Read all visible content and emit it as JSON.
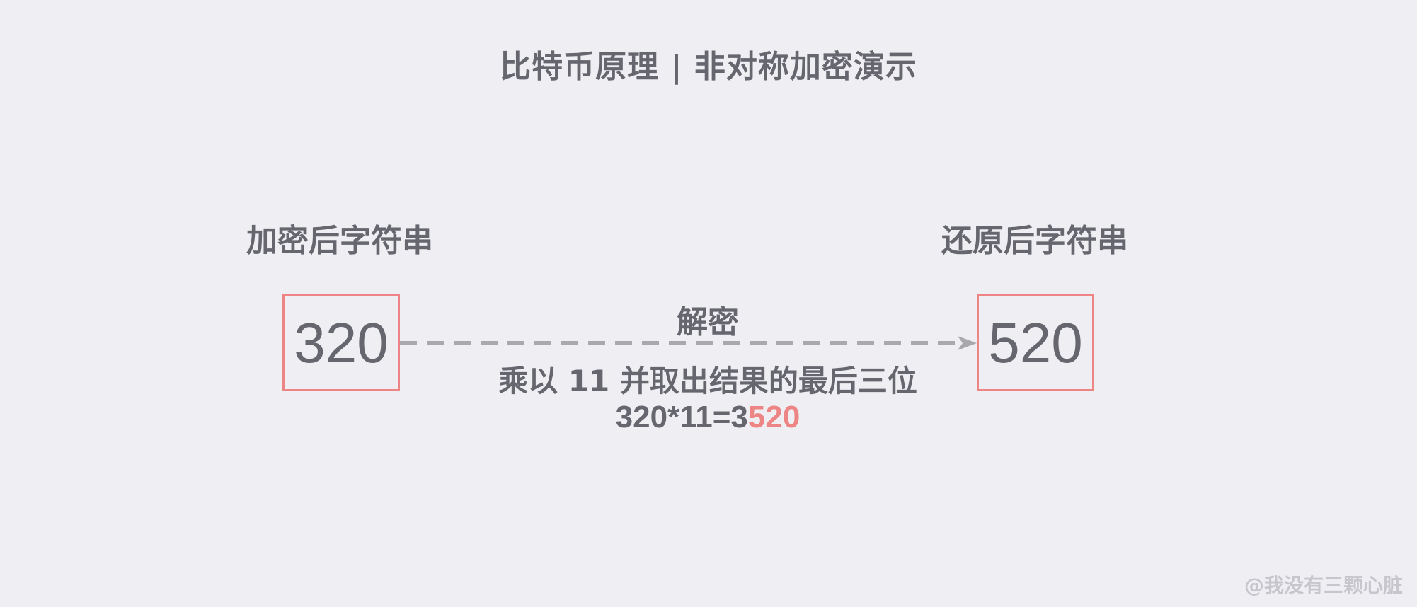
{
  "title": "比特币原理 | 非对称加密演示",
  "left": {
    "label": "加密后字符串",
    "value": "320"
  },
  "right": {
    "label": "还原后字符串",
    "value": "520"
  },
  "operation": {
    "label": "解密",
    "description": "乘以 11 并取出结果的最后三位",
    "formula_prefix": "320*11=3",
    "formula_highlight": "520"
  },
  "watermark": "@我没有三颗心脏",
  "colors": {
    "background": "#efeff3",
    "text": "#66666f",
    "accent": "#ec8583",
    "arrow": "#a9a9ab"
  }
}
